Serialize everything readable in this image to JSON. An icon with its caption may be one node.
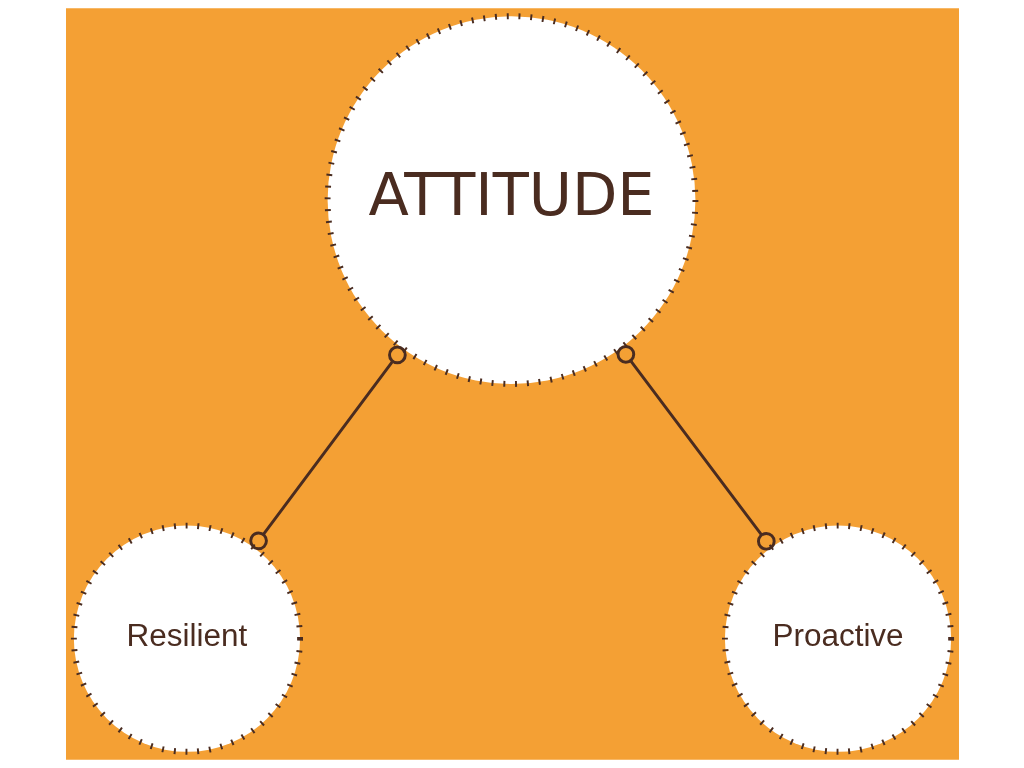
{
  "diagram": {
    "nodes": [
      {
        "text": [
          "ATTITUDE"
        ]
      },
      {
        "text": [
          "Resilient"
        ]
      },
      {
        "text": [
          "Proactive"
        ]
      }
    ],
    "edges": [
      {
        "from": 0,
        "to": 1,
        "arrow": "other"
      },
      {
        "from": 0,
        "to": 2,
        "arrow": "other"
      }
    ]
  }
}
